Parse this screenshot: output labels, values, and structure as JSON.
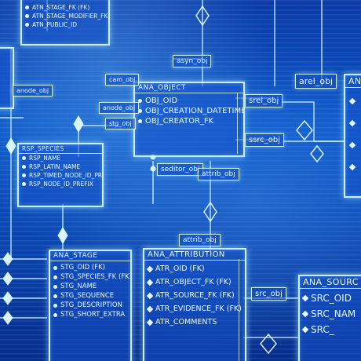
{
  "entities": {
    "atn": {
      "rows": [
        "ATN_STAGE_FK (FK)",
        "ATN_STAGE_MODIFIER_FK (FK)",
        "ATN_PUBLIC_ID"
      ]
    },
    "ana_object": {
      "title": "ANA_OBJECT",
      "rows": [
        "OBJ_OID",
        "OBJ_CREATION_DATETIME",
        "OBJ_CREATOR_FK"
      ]
    },
    "rsp_species": {
      "title": "RSP_SPECIES",
      "rows": [
        "RSP_NAME",
        "RSP_LATIN_NAME",
        "RSP_TIMED_NODE_ID_PREFIX",
        "RSP_NODE_ID_PREFIX"
      ]
    },
    "ana_stage": {
      "title": "ANA_STAGE",
      "rows": [
        "STG_OID (FK)",
        "STG_SPECIES_FK (FK)",
        "STG_NAME",
        "STG_SEQUENCE",
        "STG_DESCRIPTION",
        "STG_SHORT_EXTRA"
      ]
    },
    "ana_attribution": {
      "title": "ANA_ATTRIBUTION",
      "rows": [
        "ATR_OID (FK)",
        "ATR_OBJECT_FK (FK)",
        "ATR_SOURCE_FK (FK)",
        "ATR_EVIDENCE_FK (FK)",
        "ATR_COMMENTS"
      ]
    },
    "ana_source": {
      "title": "ANA_SOURC",
      "rows": [
        "SRC_OID",
        "SRC_NAM",
        "SRC_"
      ]
    }
  },
  "labels": {
    "asyn_obj": "asyn_obj",
    "arel_obj": "arel_obj",
    "anode_obj": "anode_obj",
    "cam_obj": "cam_obj",
    "anode_obj2": "anode_obj",
    "stg_obj": "stg_obj",
    "srel_obj": "srel_obj",
    "ssrc_obj": "ssrc_obj",
    "seditor_obj": "seditor_obj",
    "attrib_obj": "attrib_obj",
    "attrib_obj2": "attrib_obj",
    "src_obj": "src_obj",
    "ana_right": "ANA"
  }
}
